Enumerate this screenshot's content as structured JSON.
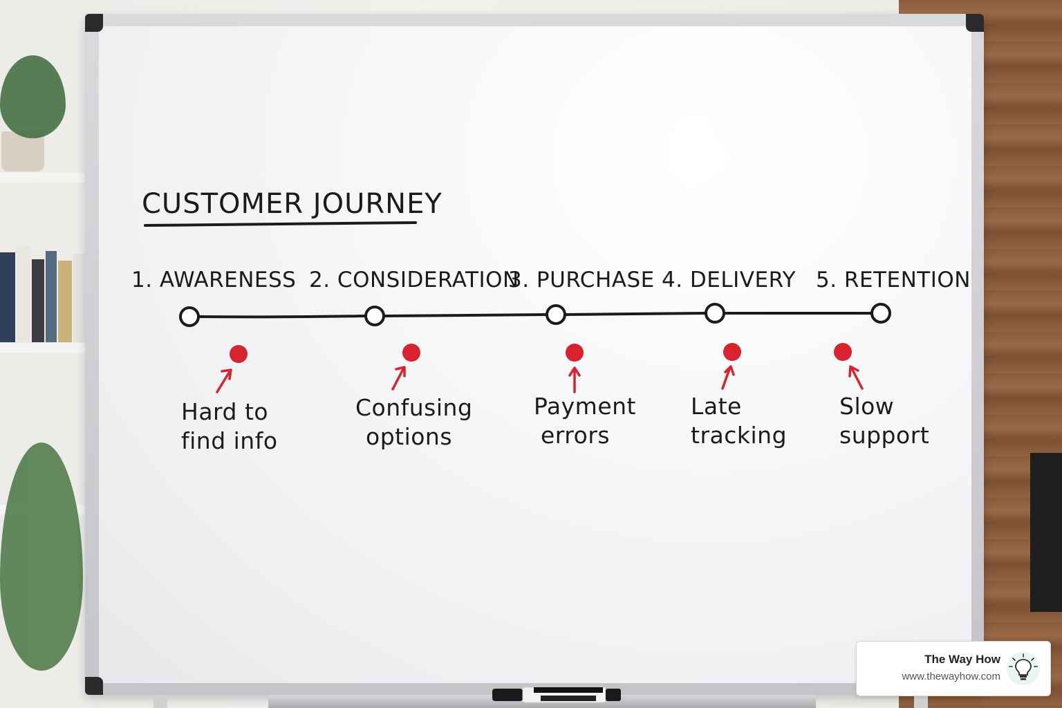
{
  "board": {
    "title": "CUSTOMER JOURNEY",
    "stages": [
      {
        "label": "1. AWARENESS",
        "pain_line1": "Hard to",
        "pain_line2": "find info"
      },
      {
        "label": "2. CONSIDERATION",
        "pain_line1": "Confusing",
        "pain_line2": "options"
      },
      {
        "label": "3. PURCHASE",
        "pain_line1": "Payment",
        "pain_line2": "errors"
      },
      {
        "label": "4. DELIVERY",
        "pain_line1": "Late",
        "pain_line2": "tracking"
      },
      {
        "label": "5. RETENTION",
        "pain_line1": "Slow",
        "pain_line2": "support"
      }
    ]
  },
  "colors": {
    "ink": "#1b1b1b",
    "pain_dot": "#d8232f",
    "arrow": "#d8232f"
  },
  "badge": {
    "name": "The Way How",
    "url": "www.thewayhow.com",
    "icon": "lightbulb-icon"
  }
}
